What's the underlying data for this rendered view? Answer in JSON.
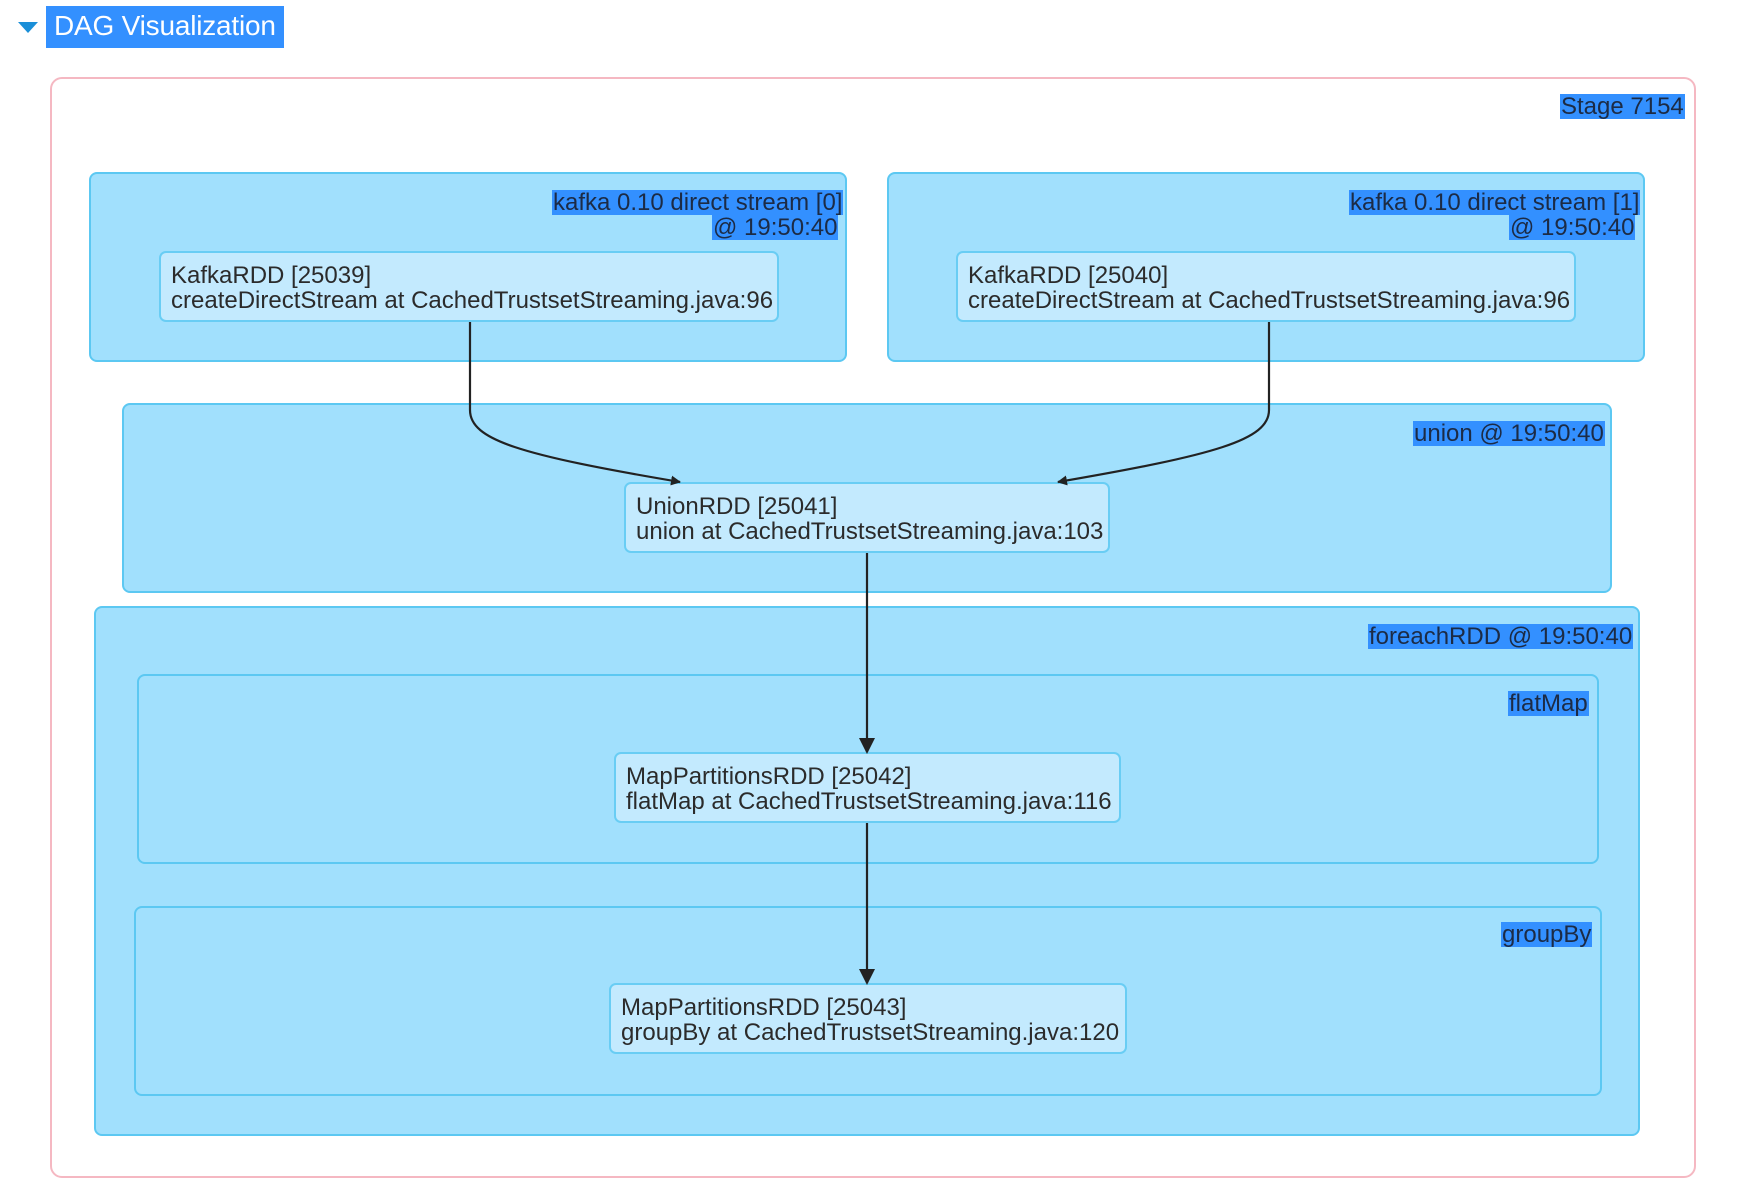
{
  "header": {
    "title": "DAG Visualization",
    "toggle_icon": "triangle-down-icon"
  },
  "stage": {
    "label": "Stage 7154"
  },
  "clusters": {
    "kafka0": {
      "label_line1": "kafka 0.10 direct stream [0]",
      "label_line2": "@ 19:50:40"
    },
    "kafka1": {
      "label_line1": "kafka 0.10 direct stream [1]",
      "label_line2": "@ 19:50:40"
    },
    "union": {
      "label": "union @ 19:50:40"
    },
    "foreach": {
      "label": "foreachRDD @ 19:50:40"
    },
    "flatmap": {
      "label": "flatMap"
    },
    "groupby": {
      "label": "groupBy"
    }
  },
  "nodes": {
    "kafka0": {
      "name": "KafkaRDD [25039]",
      "callsite": "createDirectStream at CachedTrustsetStreaming.java:96"
    },
    "kafka1": {
      "name": "KafkaRDD [25040]",
      "callsite": "createDirectStream at CachedTrustsetStreaming.java:96"
    },
    "union": {
      "name": "UnionRDD [25041]",
      "callsite": "union at CachedTrustsetStreaming.java:103"
    },
    "flatmap": {
      "name": "MapPartitionsRDD [25042]",
      "callsite": "flatMap at CachedTrustsetStreaming.java:116"
    },
    "groupby": {
      "name": "MapPartitionsRDD [25043]",
      "callsite": "groupBy at CachedTrustsetStreaming.java:120"
    }
  },
  "colors": {
    "cluster_fill": "#a1e0fd",
    "node_fill": "#c3eafe",
    "highlight": "#3390ff",
    "stage_border": "#f5b8c2"
  }
}
